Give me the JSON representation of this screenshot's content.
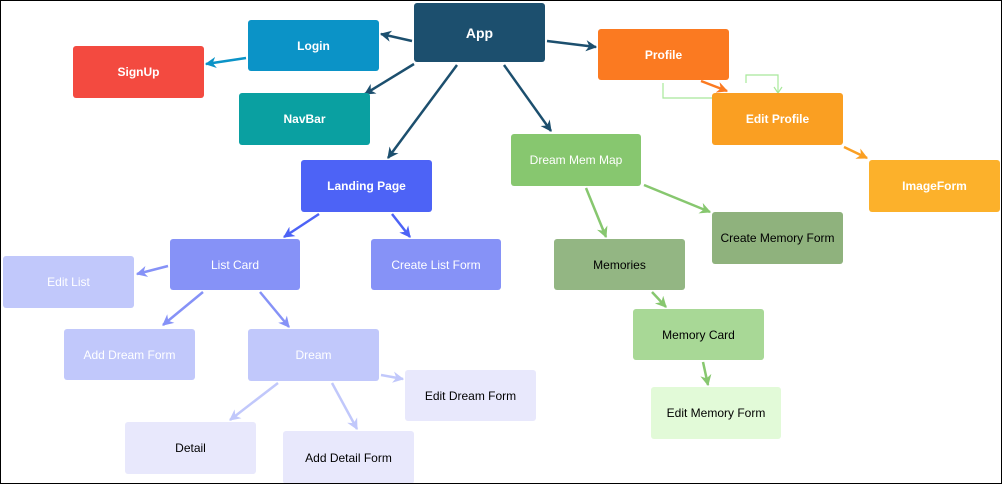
{
  "diagram": {
    "nodes": [
      {
        "id": "app",
        "label": "App",
        "color": "#1c4f6e"
      },
      {
        "id": "login",
        "label": "Login",
        "color": "#0b93c7"
      },
      {
        "id": "signup",
        "label": "SignUp",
        "color": "#f34a40"
      },
      {
        "id": "navbar",
        "label": "NavBar",
        "color": "#0aa0a1"
      },
      {
        "id": "profile",
        "label": "Profile",
        "color": "#fb7a21"
      },
      {
        "id": "edit_profile",
        "label": "Edit Profile",
        "color": "#fa9f22"
      },
      {
        "id": "image_form",
        "label": "ImageForm",
        "color": "#fcb12b"
      },
      {
        "id": "landing_page",
        "label": "Landing Page",
        "color": "#4d63f6"
      },
      {
        "id": "dream_mem_map",
        "label": "Dream Mem Map",
        "color": "#87c76f"
      },
      {
        "id": "create_memory_form",
        "label": "Create Memory Form",
        "color": "#8fb27d"
      },
      {
        "id": "memories",
        "label": "Memories",
        "color": "#93b683"
      },
      {
        "id": "memory_card",
        "label": "Memory Card",
        "color": "#a8d896"
      },
      {
        "id": "edit_memory_form",
        "label": "Edit Memory Form",
        "color": "#e2fad8"
      },
      {
        "id": "list_card",
        "label": "List Card",
        "color": "#8692f7"
      },
      {
        "id": "create_list_form",
        "label": "Create List Form",
        "color": "#8692f7"
      },
      {
        "id": "edit_list",
        "label": "Edit List",
        "color": "#c1c8fb"
      },
      {
        "id": "add_dream_form",
        "label": "Add Dream Form",
        "color": "#c1c8fb"
      },
      {
        "id": "dream",
        "label": "Dream",
        "color": "#c1c8fb"
      },
      {
        "id": "edit_dream_form",
        "label": "Edit Dream Form",
        "color": "#e8e8fc"
      },
      {
        "id": "detail",
        "label": "Detail",
        "color": "#e8e8fc"
      },
      {
        "id": "add_detail_form",
        "label": "Add Detail Form",
        "color": "#e8e8fc"
      }
    ],
    "edges": [
      {
        "from": "app",
        "to": "login",
        "color": "#1c4f6e"
      },
      {
        "from": "login",
        "to": "signup",
        "color": "#0b93c7"
      },
      {
        "from": "app",
        "to": "navbar",
        "color": "#1c4f6e"
      },
      {
        "from": "app",
        "to": "landing_page",
        "color": "#1c4f6e"
      },
      {
        "from": "app",
        "to": "dream_mem_map",
        "color": "#1c4f6e"
      },
      {
        "from": "app",
        "to": "profile",
        "color": "#1c4f6e"
      },
      {
        "from": "profile",
        "to": "edit_profile",
        "color": "#fb7a21"
      },
      {
        "from": "edit_profile",
        "to": "image_form",
        "color": "#fa9f22"
      },
      {
        "from": "landing_page",
        "to": "list_card",
        "color": "#4d63f6"
      },
      {
        "from": "landing_page",
        "to": "create_list_form",
        "color": "#4d63f6"
      },
      {
        "from": "list_card",
        "to": "edit_list",
        "color": "#8692f7"
      },
      {
        "from": "list_card",
        "to": "add_dream_form",
        "color": "#8692f7"
      },
      {
        "from": "list_card",
        "to": "dream",
        "color": "#8692f7"
      },
      {
        "from": "dream",
        "to": "edit_dream_form",
        "color": "#c1c8fb"
      },
      {
        "from": "dream",
        "to": "detail",
        "color": "#c1c8fb"
      },
      {
        "from": "dream",
        "to": "add_detail_form",
        "color": "#c1c8fb"
      },
      {
        "from": "dream_mem_map",
        "to": "memories",
        "color": "#87c76f"
      },
      {
        "from": "dream_mem_map",
        "to": "create_memory_form",
        "color": "#87c76f"
      },
      {
        "from": "memories",
        "to": "memory_card",
        "color": "#87c76f"
      },
      {
        "from": "memory_card",
        "to": "edit_memory_form",
        "color": "#87c76f"
      }
    ]
  }
}
